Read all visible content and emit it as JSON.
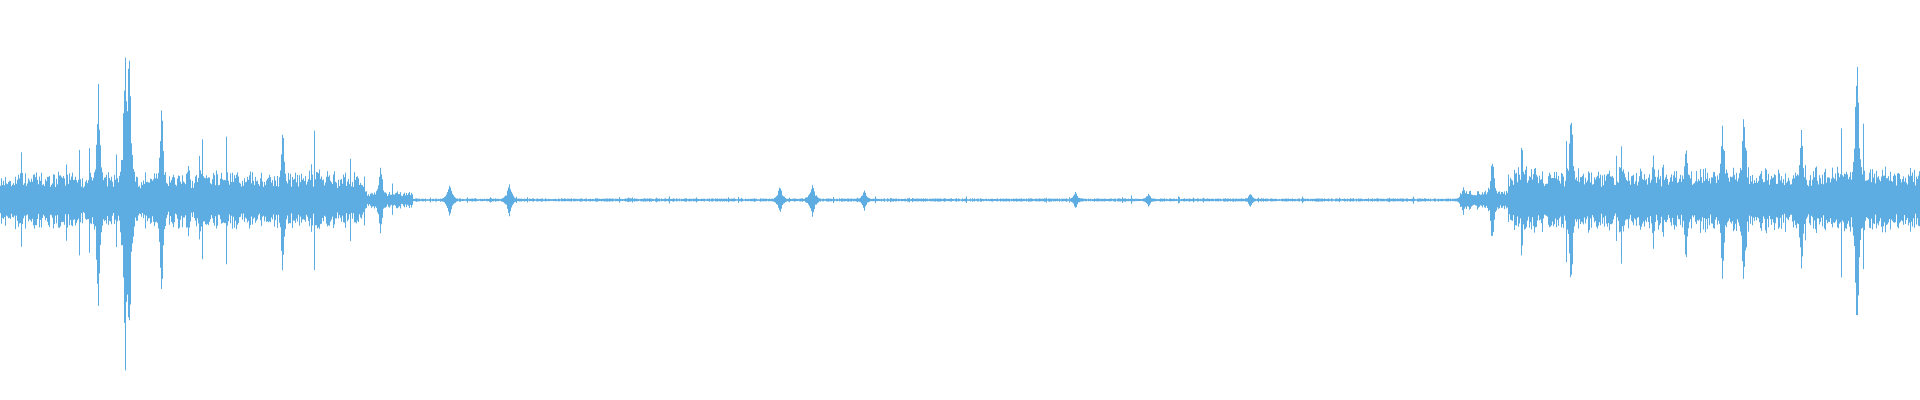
{
  "waveform": {
    "color": "#5dade2",
    "background": "#ffffff",
    "segments": [
      {
        "range": [
          0.0,
          0.19
        ],
        "level": 0.13
      },
      {
        "range": [
          0.19,
          0.215
        ],
        "level": 0.04
      },
      {
        "range": [
          0.215,
          0.76
        ],
        "level": 0.008
      },
      {
        "range": [
          0.76,
          0.785
        ],
        "level": 0.05
      },
      {
        "range": [
          0.785,
          1.0
        ],
        "level": 0.15
      }
    ],
    "peaks": [
      {
        "position": 0.051,
        "level": 0.65
      },
      {
        "position": 0.065,
        "level": 0.95
      },
      {
        "position": 0.067,
        "level": 0.85
      },
      {
        "position": 0.084,
        "level": 0.55
      },
      {
        "position": 0.098,
        "level": 0.22
      },
      {
        "position": 0.147,
        "level": 0.4
      },
      {
        "position": 0.166,
        "level": 0.2
      },
      {
        "position": 0.198,
        "level": 0.2
      },
      {
        "position": 0.234,
        "level": 0.1
      },
      {
        "position": 0.265,
        "level": 0.1
      },
      {
        "position": 0.406,
        "level": 0.08
      },
      {
        "position": 0.423,
        "level": 0.1
      },
      {
        "position": 0.45,
        "level": 0.06
      },
      {
        "position": 0.56,
        "level": 0.05
      },
      {
        "position": 0.598,
        "level": 0.04
      },
      {
        "position": 0.651,
        "level": 0.04
      },
      {
        "position": 0.762,
        "level": 0.08
      },
      {
        "position": 0.777,
        "level": 0.25
      },
      {
        "position": 0.818,
        "level": 0.55
      },
      {
        "position": 0.878,
        "level": 0.35
      },
      {
        "position": 0.897,
        "level": 0.45
      },
      {
        "position": 0.908,
        "level": 0.5
      },
      {
        "position": 0.938,
        "level": 0.4
      },
      {
        "position": 0.967,
        "level": 0.85
      }
    ]
  }
}
